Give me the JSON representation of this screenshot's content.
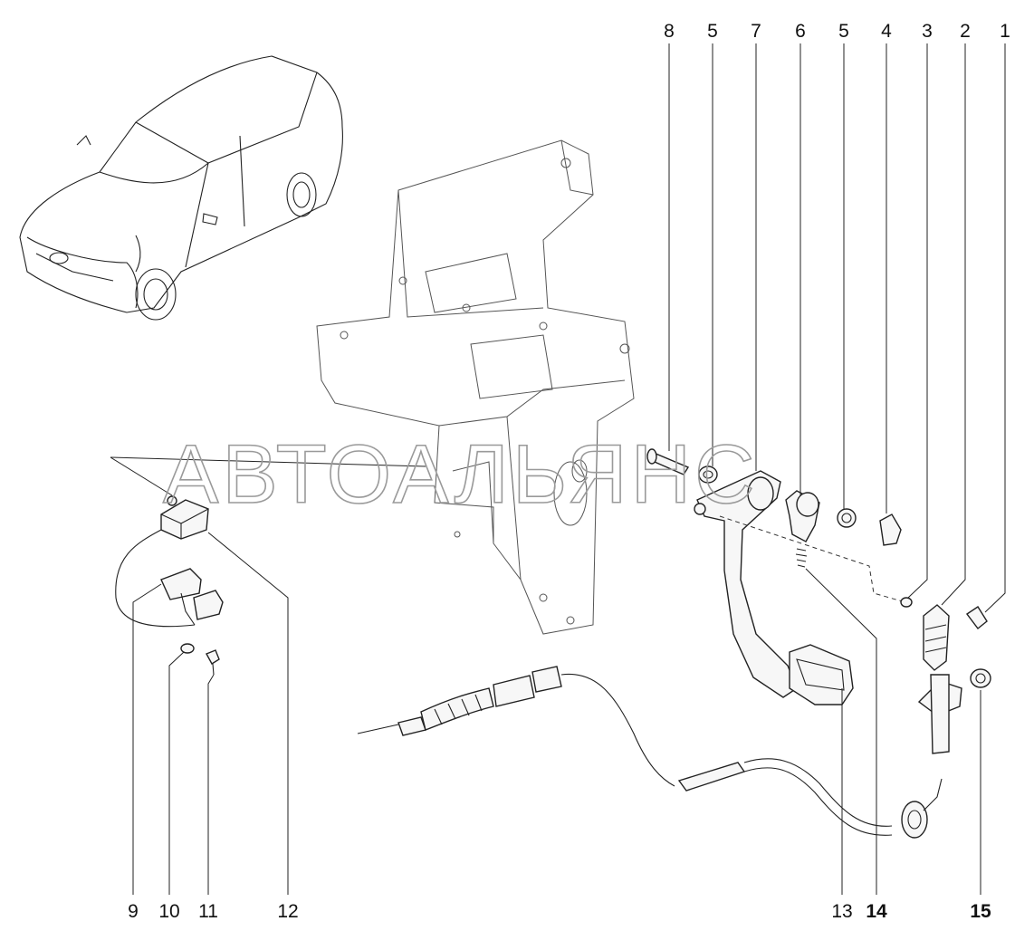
{
  "diagram": {
    "watermark": "АВТОАЛЬЯНС",
    "callouts": [
      {
        "id": "c8",
        "label": "8"
      },
      {
        "id": "c5a",
        "label": "5"
      },
      {
        "id": "c7",
        "label": "7"
      },
      {
        "id": "c6",
        "label": "6"
      },
      {
        "id": "c5b",
        "label": "5"
      },
      {
        "id": "c4",
        "label": "4"
      },
      {
        "id": "c3",
        "label": "3"
      },
      {
        "id": "c2",
        "label": "2"
      },
      {
        "id": "c1",
        "label": "1"
      },
      {
        "id": "c9",
        "label": "9"
      },
      {
        "id": "c10",
        "label": "10"
      },
      {
        "id": "c11",
        "label": "11"
      },
      {
        "id": "c12",
        "label": "12"
      },
      {
        "id": "c13",
        "label": "13"
      },
      {
        "id": "c14",
        "label": "14"
      },
      {
        "id": "c15",
        "label": "15"
      }
    ]
  }
}
